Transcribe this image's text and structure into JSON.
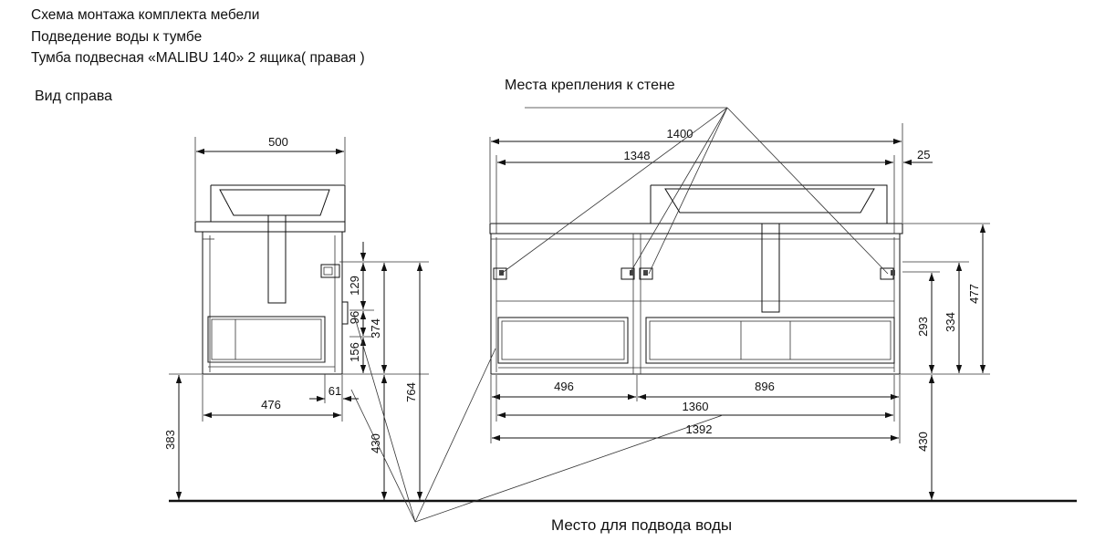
{
  "header": {
    "line1": "Схема монтажа комплекта мебели",
    "line2": "Подведение воды к тумбе",
    "line3": "Тумба подвесная «MALIBU 140»  2 ящика( правая )"
  },
  "labels": {
    "side_view": "Вид справа",
    "wall_mount": "Места крепления к стене",
    "water_inlet": "Место  для подвода воды"
  },
  "dimensions": {
    "side_width": "500",
    "side_depth": "476",
    "side_offset": "61",
    "side_h129": "129",
    "side_h96": "96",
    "side_h156": "156",
    "side_h374": "374",
    "side_h764": "764",
    "side_h430": "430",
    "side_h383": "383",
    "front_width": "1400",
    "front_1348": "1348",
    "front_25": "25",
    "front_496": "496",
    "front_896": "896",
    "front_1360": "1360",
    "front_1392": "1392",
    "front_430": "430",
    "front_293": "293",
    "front_334": "334",
    "front_477": "477"
  }
}
